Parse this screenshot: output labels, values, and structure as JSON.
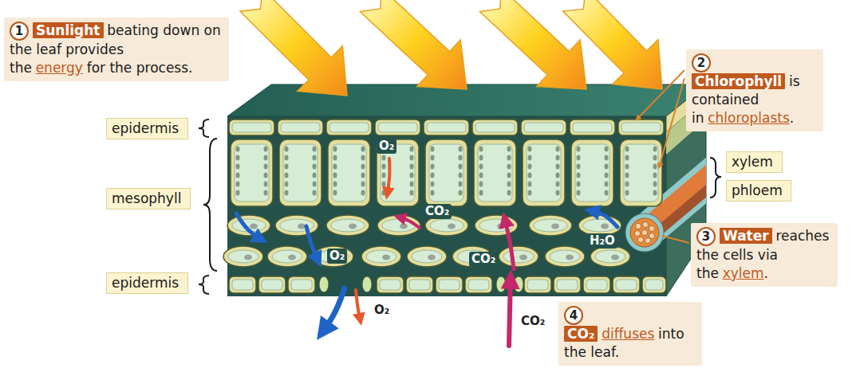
{
  "diagram": {
    "nodes": [
      {
        "text": [
          "Sunlight",
          "beating down on the leaf provides the",
          "energy",
          "for the process."
        ]
      },
      {
        "text": [
          "1"
        ],
        "in": 0
      },
      {
        "text": [
          "Chlorophyll",
          "is contained in",
          "chloroplasts",
          "."
        ]
      },
      {
        "text": [
          "2"
        ],
        "in": 2
      },
      {
        "text": [
          "Water",
          "reaches the cells via the",
          "xylem",
          "."
        ]
      },
      {
        "text": [
          "3"
        ],
        "in": 4
      },
      {
        "text": [
          "CO₂",
          "diffuses",
          "into the leaf."
        ]
      },
      {
        "text": [
          "4"
        ],
        "in": 6
      },
      {
        "text": [
          "epidermis"
        ]
      },
      {
        "text": [
          "mesophyll"
        ]
      },
      {
        "text": [
          "epidermis"
        ]
      },
      {
        "text": [
          "xylem"
        ]
      },
      {
        "text": [
          "phloem"
        ]
      }
    ],
    "labels": [
      "O₂",
      "CO₂",
      "O₂",
      "CO₂",
      "H₂O",
      "O₂",
      "CO₂"
    ]
  }
}
